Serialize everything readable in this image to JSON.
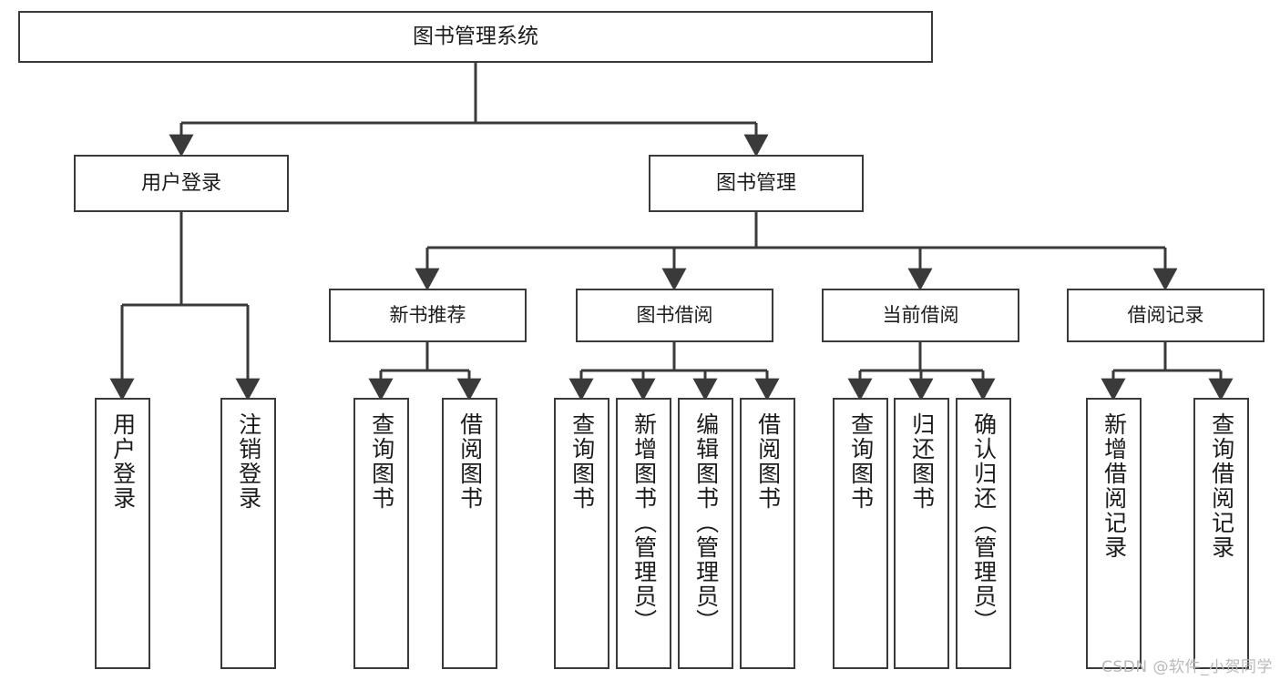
{
  "diagram": {
    "title": "图书管理系统",
    "type": "tree",
    "colors": {
      "box_border": "#3a3a3a",
      "box_fill": "#ffffff",
      "connector": "#3a3a3a",
      "text": "#1b1b1b",
      "watermark": "#b9b9b9",
      "background": "#ffffff"
    },
    "root": {
      "label": "图书管理系统"
    },
    "level1": [
      {
        "label": "用户登录"
      },
      {
        "label": "图书管理"
      }
    ],
    "level2": [
      {
        "label": "新书推荐"
      },
      {
        "label": "图书借阅"
      },
      {
        "label": "当前借阅"
      },
      {
        "label": "借阅记录"
      }
    ],
    "leaves": {
      "user_login": [
        {
          "label": "用户登录"
        },
        {
          "label": "注销登录"
        }
      ],
      "new_book_recommend": [
        {
          "label": "查询图书"
        },
        {
          "label": "借阅图书"
        }
      ],
      "book_borrow": [
        {
          "label": "查询图书"
        },
        {
          "label": "新增图书（管理员）"
        },
        {
          "label": "编辑图书（管理员）"
        },
        {
          "label": "借阅图书"
        }
      ],
      "current_borrow": [
        {
          "label": "查询图书"
        },
        {
          "label": "归还图书"
        },
        {
          "label": "确认归还（管理员）"
        }
      ],
      "borrow_record": [
        {
          "label": "新增借阅记录"
        },
        {
          "label": "查询借阅记录"
        }
      ]
    },
    "watermark": "CSDN @软件_小贺同学"
  }
}
